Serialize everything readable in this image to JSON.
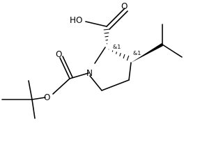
{
  "molecule": {
    "atoms": {
      "carboxyl_oh": "HO",
      "carboxyl_o": "O",
      "ring_n": "N",
      "carbamate_o": "O",
      "ester_o": "O"
    },
    "stereo_labels": {
      "c2": "&1",
      "c3": "&1"
    }
  }
}
